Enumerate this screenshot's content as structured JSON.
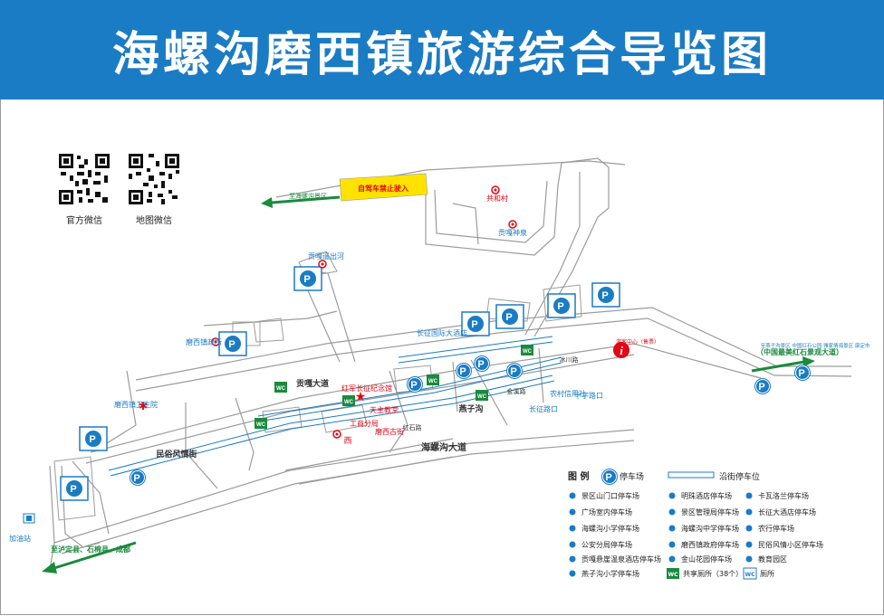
{
  "title": "海螺沟磨西镇旅游综合导览图",
  "qr": {
    "official": "官方微信",
    "map": "地图微信"
  },
  "colors": {
    "header": "#1a7cc4",
    "parking": "#1a7cc4",
    "toilet": "#1a8a3c",
    "poi": "#e30613",
    "road_edge": "#9c9c9c",
    "warning": "#ffe200",
    "arrow": "#1a8a3c"
  },
  "labels": {
    "no_self_drive": "自驾车禁止驶入",
    "to_hailuogou": "至海螺沟景区",
    "gonghe": "共和村",
    "gongga_shenquan": "贡嘎神泉",
    "gongga_exit": "贡嘎遥出河",
    "moxi_police": "磨西镇政所",
    "moxi_hospital": "磨西镇卫生院",
    "changzheng_hotel": "长征国际大酒店",
    "visitor_center": "游客中心（售票）",
    "red_army_memorial": "红军长征纪念馆",
    "catholic_church": "天主教堂",
    "industrial_bureau": "工商分局",
    "xi": "西",
    "tianqin_bank": "农村信用社",
    "changzheng_rd_1": "长征路口",
    "shizi_road": "十字路口",
    "china_red_stone": "（中国最美红石景观大道）",
    "yanzi_gou_scenic": "至燕子沟景区 中国红石公园 雅家情海景区 康定市",
    "jiayouzhan": "加油站",
    "to_luding": "至泸定县、石棉县、成都",
    "gongga_st": "贡嘎大道",
    "hailuogou_ave": "海螺沟大道",
    "yanzi_gou_rd": "燕子沟",
    "moxi_rd": "磨西古街",
    "minsu_st": "民俗风情街",
    "bingchuan_rd": "冰川路",
    "jinxi_rd": "金溪路",
    "hongshi_rd": "红石路"
  },
  "legend": {
    "title": "图 例",
    "parking": "停车场",
    "street_parking": "沿街停车位",
    "items": [
      "景区山门口停车场",
      "明珠酒店停车场",
      "卡瓦洛兰停车场",
      "广场室内停车场",
      "景区管理局停车场",
      "长征大酒店停车场",
      "海螺沟小学停车场",
      "海螺沟中学停车场",
      "农行停车场",
      "公安分局停车场",
      "磨西镇政府停车场",
      "民俗风情小区停车场",
      "贡嘎悬崖温泉酒店停车场",
      "金山花园停车场",
      "教育园区",
      "燕子沟小学停车场"
    ],
    "public_toilet": "共享厕所（38个）",
    "toilet": "厕所",
    "wc": "WC"
  },
  "icons": [
    "parking-icon",
    "toilet-icon",
    "info-icon",
    "poi-icon",
    "star-icon",
    "gas-station-icon",
    "qr-code-icon",
    "arrow-icon"
  ]
}
